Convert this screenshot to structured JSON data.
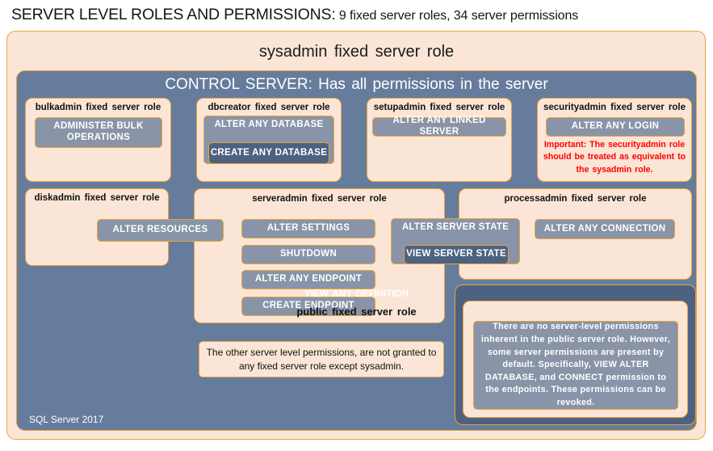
{
  "title": {
    "main": "SERVER LEVEL ROLES AND PERMISSIONS:",
    "sub": " 9 fixed server roles, 34 server permissions"
  },
  "sysadmin": {
    "label": "sysadmin  fixed  server  role"
  },
  "control_server": {
    "label": "CONTROL SERVER: Has all permissions in the server"
  },
  "roles": {
    "bulkadmin": {
      "title": "bulkadmin  fixed server role",
      "permissions": [
        "ADMINISTER  BULK OPERATIONS"
      ]
    },
    "dbcreator": {
      "title": "dbcreator fixed server role",
      "permissions": [
        "ALTER ANY DATABASE",
        "CREATE  ANY DATABASE"
      ]
    },
    "setupadmin": {
      "title": "setupadmin fixed server role",
      "permissions": [
        "ALTER ANY LINKED SERVER"
      ]
    },
    "securityadmin": {
      "title": "securityadmin  fixed server role",
      "permissions": [
        "ALTER ANY LOGIN"
      ],
      "note": "Important:  The securityadmin role should  be treated  as equivalent to the  sysadmin role."
    },
    "diskadmin": {
      "title": "diskadmin  fixed server role",
      "permissions": [
        "ALTER RESOURCES"
      ]
    },
    "serveradmin": {
      "title": "serveradmin fixed server role",
      "permissions": [
        "ALTER SETTINGS",
        "SHUTDOWN",
        "ALTER ANY ENDPOINT",
        "CREATE  ENDPOINT",
        "ALTER SERVER  STATE",
        "VIEW SERVER  STATE"
      ]
    },
    "processadmin": {
      "title": "processadmin  fixed server role",
      "permissions": [
        "ALTER ANY CONNECTION"
      ]
    },
    "public": {
      "outer_label": "VIEW ANY DEFINITION",
      "title": "public  fixed server role",
      "note": "There are no server-level permissions inherent in the public server role. However, some server permissions are present by default. Specifically, VIEW ALTER DATABASE, and CONNECT permission to the endpoints. These permissions can be revoked."
    }
  },
  "other_note": "The other server level permissions,  are not granted to any fixed server role except sysadmin.",
  "footer": {
    "version": "SQL Server 2017"
  },
  "colors": {
    "peach": "#FBE5D6",
    "slate": "#667C9C",
    "slate_dark": "#4D6180",
    "permission_fill": "#8994A8",
    "border_gold": "#E8A33D",
    "alert_red": "#FF0000"
  }
}
